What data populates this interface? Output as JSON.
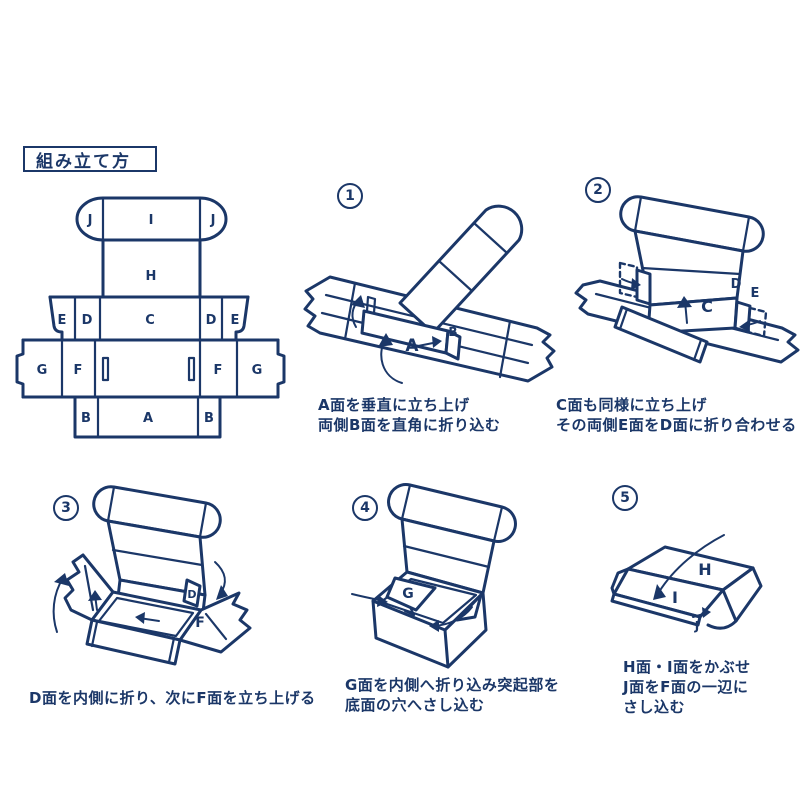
{
  "colors": {
    "ink": "#1b3768",
    "background": "#ffffff"
  },
  "title": "組み立て方",
  "template": {
    "labels": {
      "j_left": "J",
      "i": "I",
      "j_right": "J",
      "h": "H",
      "e_left": "E",
      "d_left": "D",
      "c": "C",
      "d_right": "D",
      "e_right": "E",
      "g_left": "G",
      "f_left": "F",
      "f_right": "F",
      "g_right": "G",
      "b_left": "B",
      "a": "A",
      "b_right": "B"
    }
  },
  "steps": [
    {
      "number": "1",
      "labels": {
        "a": "A",
        "b": "B"
      },
      "caption": [
        "A面を垂直に立ち上げ",
        "両側B面を直角に折り込む"
      ]
    },
    {
      "number": "2",
      "labels": {
        "c": "C",
        "d": "D",
        "e": "E"
      },
      "caption": [
        "C面も同様に立ち上げ",
        "その両側E面をD面に折り合わせる"
      ]
    },
    {
      "number": "3",
      "labels": {
        "d": "D",
        "f": "F"
      },
      "caption": [
        "D面を内側に折り、次にF面を立ち上げる"
      ]
    },
    {
      "number": "4",
      "labels": {
        "g": "G"
      },
      "caption": [
        "G面を内側へ折り込み突起部を",
        "底面の穴へさし込む"
      ]
    },
    {
      "number": "5",
      "labels": {
        "h": "H",
        "i": "I",
        "j": "J"
      },
      "caption": [
        "H面・I面をかぶせ",
        "J面をF面の一辺に",
        "さし込む"
      ]
    }
  ]
}
